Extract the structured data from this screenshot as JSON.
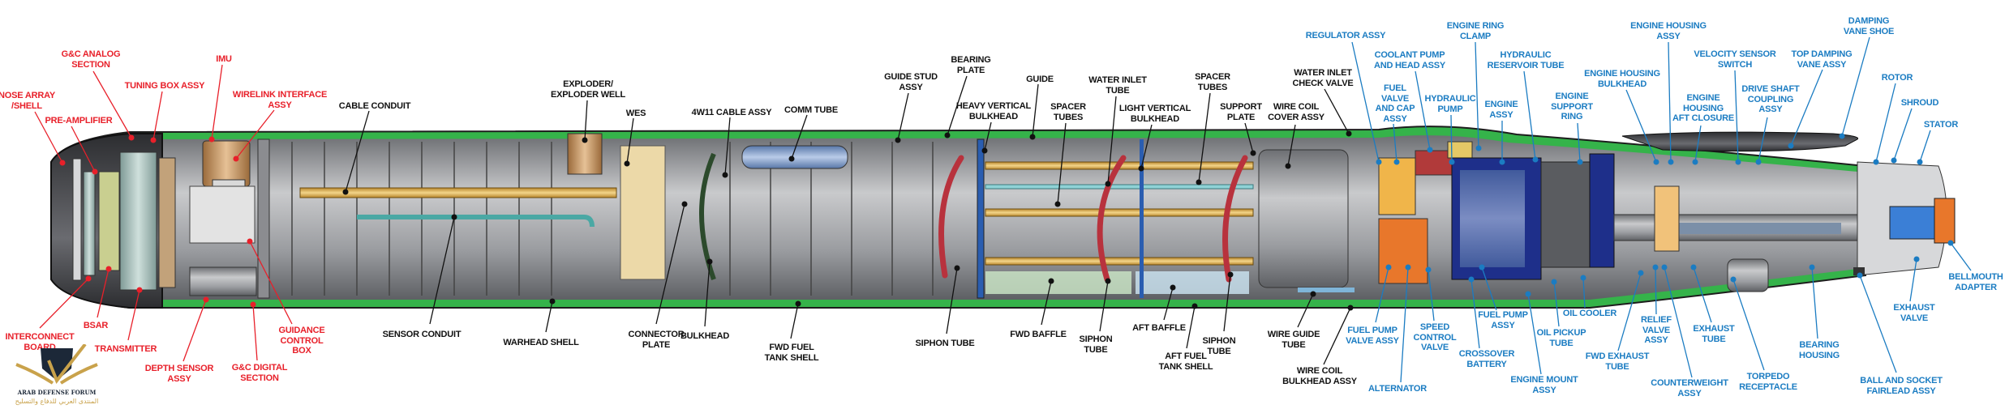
{
  "colors": {
    "red_labels": "#e8202a",
    "black_labels": "#111111",
    "blue_labels": "#1b7cc2",
    "shell_green": "#35b34a",
    "interior_grey": "#9a9ca0"
  },
  "logo": {
    "title": "ARAB DEFENSE FORUM",
    "arabic": "المنتدى العربي للدفاع والتسليح",
    "monogram": "DA"
  },
  "labels": {
    "gc_analog_section": "G&C ANALOG\nSECTION",
    "tuning_box_assy": "TUNING BOX ASSY",
    "nose_array_shell": "NOSE ARRAY\n/SHELL",
    "imu": "IMU",
    "wirelink_interface_assy": "WIRELINK INTERFACE\nASSY",
    "pre_amplifier": "PRE-AMPLIFIER",
    "interconnect_board": "INTERCONNECT\nBOARD",
    "bsar": "BSAR",
    "transmitter": "TRANSMITTER",
    "depth_sensor_assy": "DEPTH SENSOR\nASSY",
    "gc_digital_section": "G&C DIGITAL\nSECTION",
    "guidance_control_box": "GUIDANCE\nCONTROL\nBOX",
    "cable_conduit": "CABLE CONDUIT",
    "exploder_well": "EXPLODER/\nEXPLODER WELL",
    "wes": "WES",
    "cable_assy_4w11": "4W11 CABLE ASSY",
    "comm_tube": "COMM TUBE",
    "guide_stud_assy": "GUIDE STUD\nASSY",
    "bearing_plate": "BEARING\nPLATE",
    "guide": "GUIDE",
    "heavy_vertical_bulkhead": "HEAVY VERTICAL\nBULKHEAD",
    "spacer_tubes_1": "SPACER\nTUBES",
    "water_inlet_tube": "WATER INLET\nTUBE",
    "light_vertical_bulkhead": "LIGHT VERTICAL\nBULKHEAD",
    "spacer_tubes_2": "SPACER\nTUBES",
    "support_plate": "SUPPORT\nPLATE",
    "wire_coil_cover_assy": "WIRE COIL\nCOVER ASSY",
    "water_inlet_check_valve": "WATER INLET\nCHECK VALVE",
    "sensor_conduit": "SENSOR CONDUIT",
    "warhead_shell": "WARHEAD SHELL",
    "connector_plate": "CONNECTOR\nPLATE",
    "bulkhead": "BULKHEAD",
    "fwd_fuel_tank_shell": "FWD FUEL\nTANK SHELL",
    "siphon_tube_1": "SIPHON TUBE",
    "fwd_baffle": "FWD BAFFLE",
    "siphon_tube_2": "SIPHON\nTUBE",
    "aft_baffle": "AFT BAFFLE",
    "aft_fuel_tank_shell": "AFT FUEL\nTANK SHELL",
    "siphon_tube_3": "SIPHON\nTUBE",
    "wire_guide_tube": "WIRE GUIDE\nTUBE",
    "wire_coil_bulkhead_assy": "WIRE COIL\nBULKHEAD ASSY",
    "regulator_assy": "REGULATOR ASSY",
    "coolant_pump": "COOLANT PUMP\nAND HEAD ASSY",
    "fuel_valve_cap_assy": "FUEL\nVALVE\nAND CAP\nASSY",
    "hydraulic_pump": "HYDRAULIC\nPUMP",
    "engine_ring_clamp": "ENGINE RING\nCLAMP",
    "hydraulic_reservoir_tube": "HYDRAULIC\nRESERVOIR TUBE",
    "engine_assy": "ENGINE\nASSY",
    "engine_support_ring": "ENGINE\nSUPPORT\nRING",
    "engine_housing_bulkhead": "ENGINE HOUSING\nBULKHEAD",
    "engine_housing_assy": "ENGINE HOUSING\nASSY",
    "velocity_sensor_switch": "VELOCITY SENSOR\nSWITCH",
    "engine_housing_aft_closure": "ENGINE\nHOUSING\nAFT CLOSURE",
    "drive_shaft_coupling_assy": "DRIVE SHAFT\nCOUPLING\nASSY",
    "top_damping_vane_assy": "TOP DAMPING\nVANE ASSY",
    "damping_vane_shoe": "DAMPING\nVANE SHOE",
    "rotor": "ROTOR",
    "shroud": "SHROUD",
    "stator": "STATOR",
    "fuel_pump_valve_assy": "FUEL PUMP\nVALVE ASSY",
    "alternator": "ALTERNATOR",
    "speed_control_valve": "SPEED\nCONTROL\nVALVE",
    "crossover_battery": "CROSSOVER\nBATTERY",
    "fuel_pump_assy": "FUEL PUMP\nASSY",
    "engine_mount_assy": "ENGINE MOUNT\nASSY",
    "oil_cooler": "OIL COOLER",
    "oil_pickup_tube": "OIL PICKUP\nTUBE",
    "fwd_exhaust_tube": "FWD EXHAUST\nTUBE",
    "relief_valve_assy": "RELIEF\nVALVE\nASSY",
    "counterweight_assy": "COUNTERWEIGHT\nASSY",
    "exhaust_tube": "EXHAUST\nTUBE",
    "torpedo_receptacle": "TORPEDO\nRECEPTACLE",
    "bearing_housing": "BEARING\nHOUSING",
    "ball_socket_fairlead_assy": "BALL AND SOCKET\nFAIRLEAD ASSY",
    "exhaust_valve": "EXHAUST\nVALVE",
    "bellmouth_adapter": "BELLMOUTH\nADAPTER"
  }
}
